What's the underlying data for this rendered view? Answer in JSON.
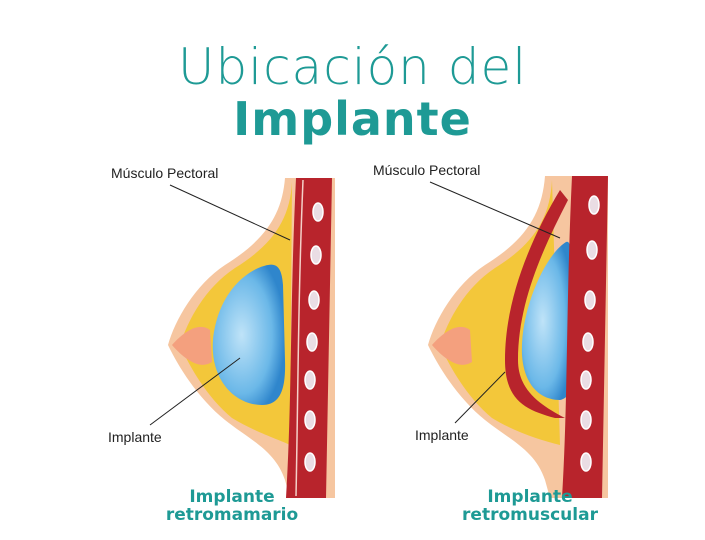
{
  "title": {
    "line1": "Ubicación del",
    "line2": "Implante"
  },
  "left": {
    "muscle_label": "Músculo Pectoral",
    "implant_label": "Implante",
    "caption_line1": "Implante",
    "caption_line2": "retromamario"
  },
  "right": {
    "muscle_label": "Músculo Pectoral",
    "implant_label": "Implante",
    "caption_line1": "Implante",
    "caption_line2": "retromuscular"
  },
  "colors": {
    "accent": "#1e9a95",
    "muscle": "#b8242c",
    "fat": "#f3c73a",
    "implant": "#5fb2e6",
    "skin": "#f6c6a0"
  }
}
